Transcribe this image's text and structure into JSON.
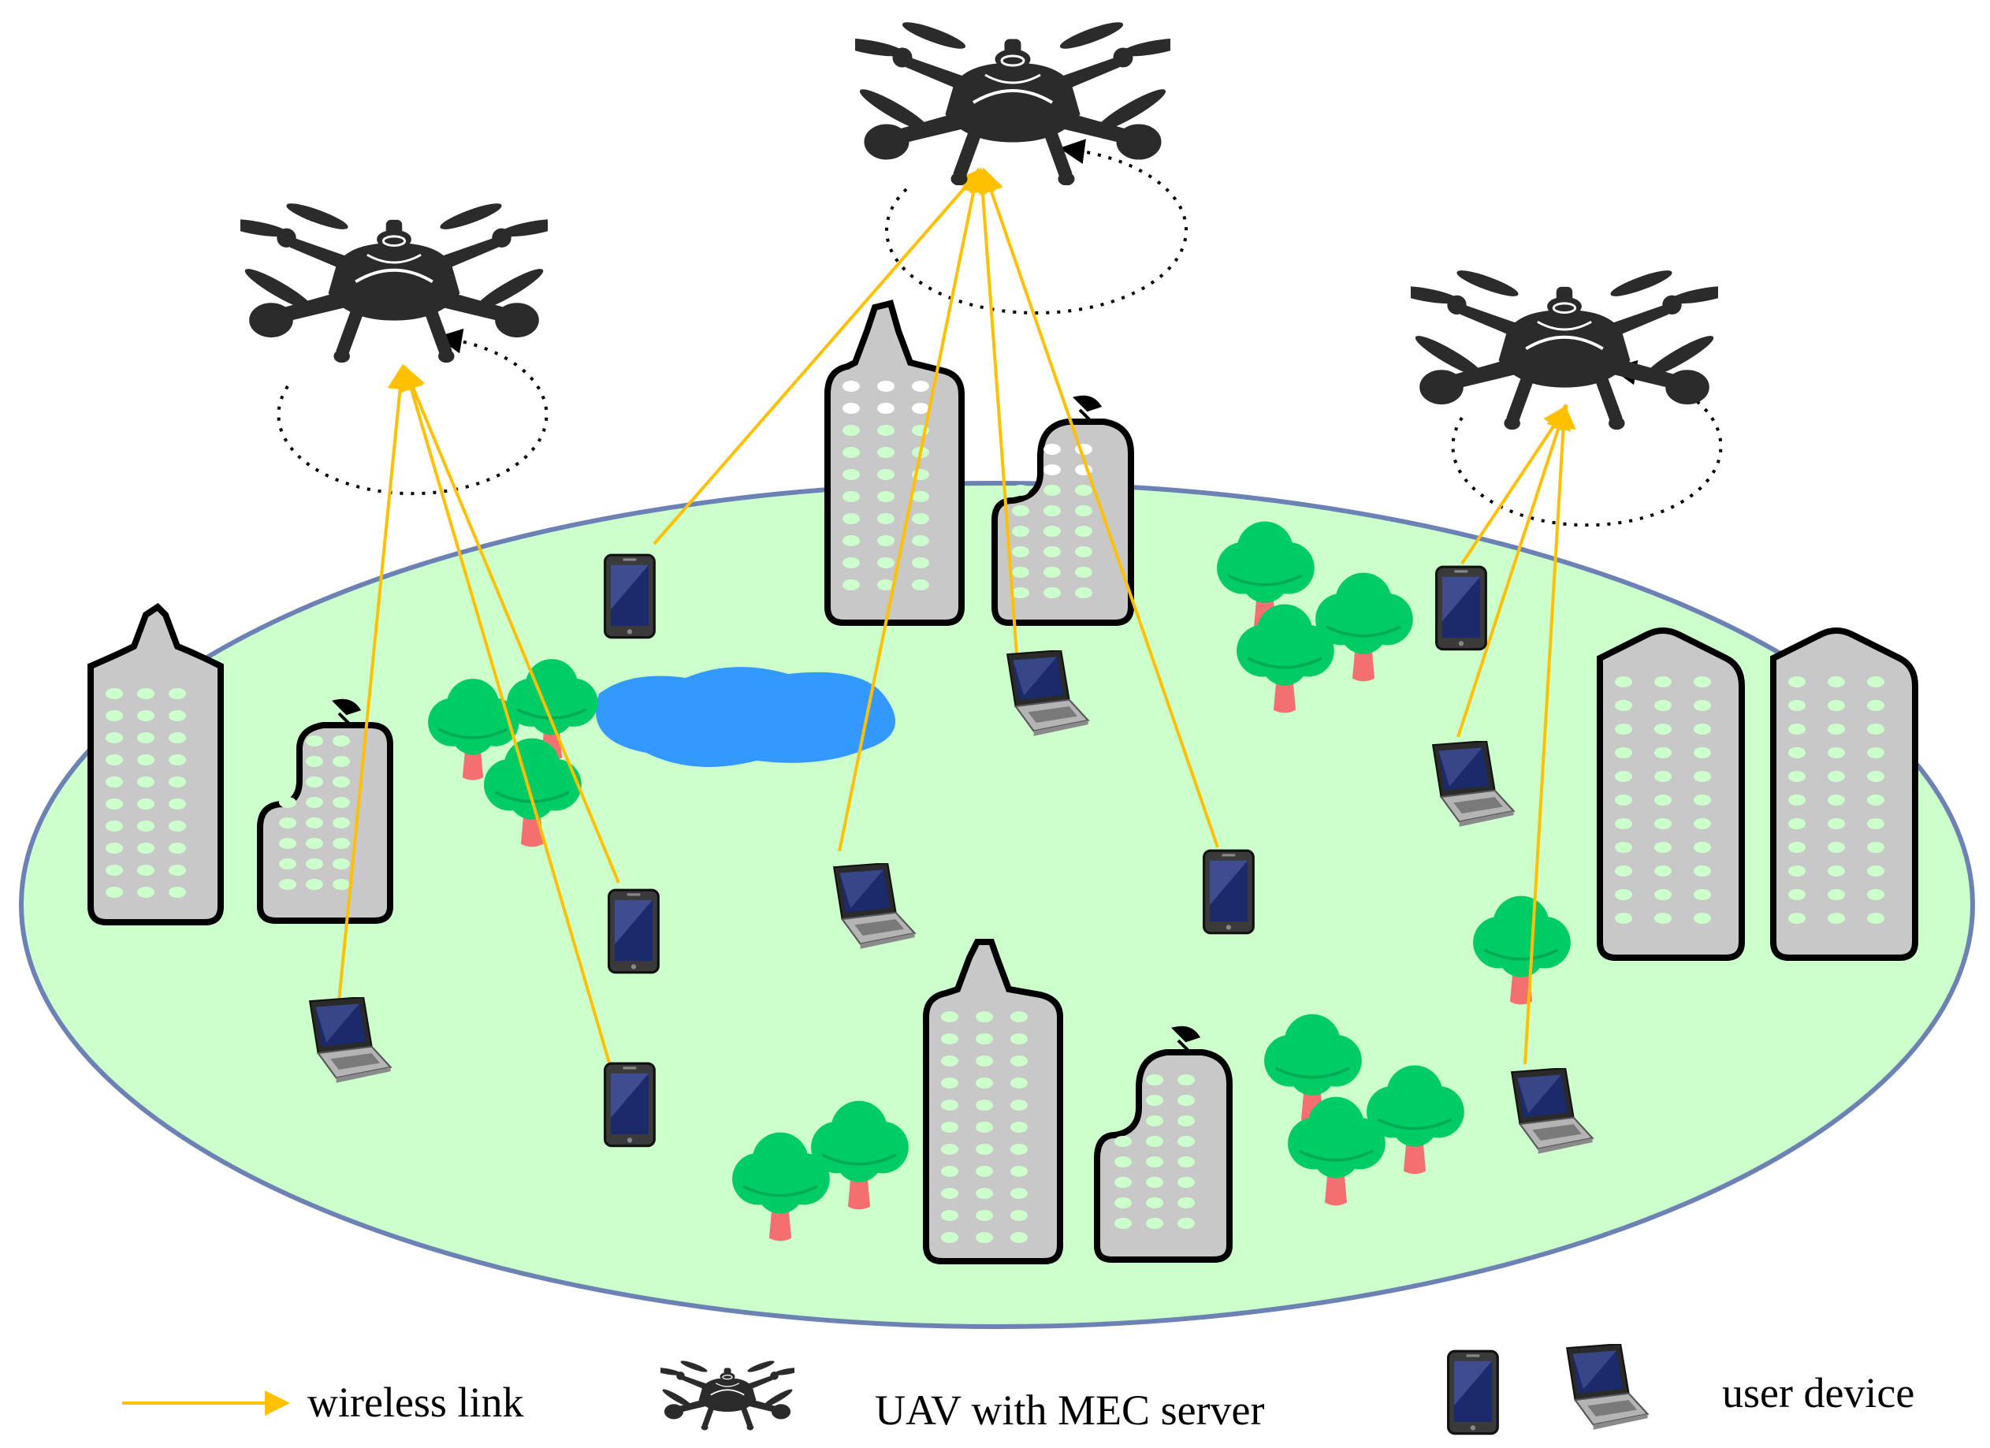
{
  "legend": {
    "wireless_link": "wireless link",
    "uav": "UAV with MEC server",
    "user_device": "user device"
  },
  "colors": {
    "ground_fill": "#ccffcc",
    "ground_stroke": "#6d82b4",
    "link": "#ffc000",
    "building": "#c8c8c8",
    "window": "#ccffcc",
    "tree_canopy": "#00cc66",
    "tree_trunk": "#f47070",
    "lake": "#3399ff",
    "drone": "#2b2b2b",
    "device_screen": "#1a2a6a"
  },
  "icons": [
    "drone-icon",
    "smartphone-icon",
    "laptop-icon",
    "building-icon",
    "tree-icon",
    "lake-icon",
    "satellite-dish-icon"
  ]
}
